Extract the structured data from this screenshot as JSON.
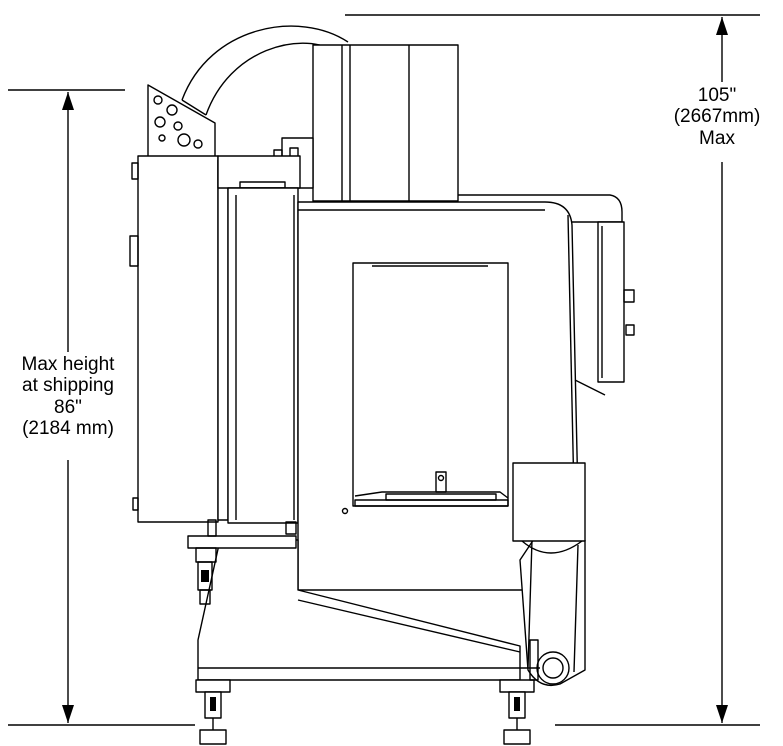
{
  "diagram": {
    "subject": "machine side elevation with height dimensions",
    "colors": {
      "line": "#000000",
      "fill": "#ffffff",
      "shade": "#e8e8e8"
    }
  },
  "dimensions": {
    "shipping_height": {
      "lines": [
        "Max height",
        "at shipping",
        "86\"",
        "(2184 mm)"
      ]
    },
    "max_height": {
      "lines": [
        "105\"",
        "(2667mm)",
        "Max"
      ]
    }
  }
}
